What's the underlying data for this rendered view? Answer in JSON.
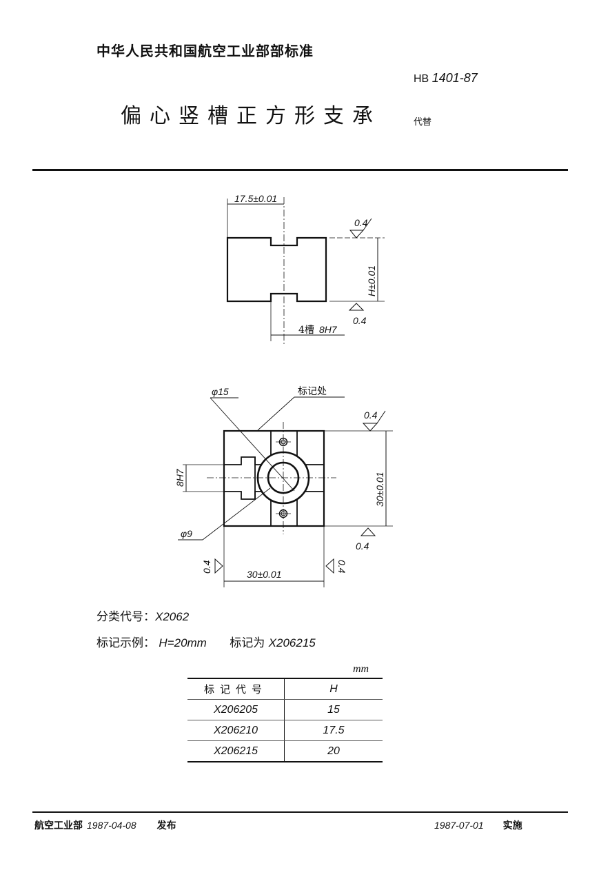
{
  "header": {
    "organization": "中华人民共和国航空工业部部标准",
    "standard_code_prefix": "HB",
    "standard_code_number": "1401-87",
    "title": "偏心竖槽正方形支承",
    "replaces_label": "代替"
  },
  "drawing_top": {
    "dim_width": "17.5±0.01",
    "dim_height": "H±0.01",
    "roughness_top": "0.4",
    "roughness_bottom": "0.4",
    "slot_note_prefix": "4槽",
    "slot_note_fit": "8H7"
  },
  "drawing_bottom": {
    "dia_outer": "φ15",
    "dia_inner": "φ9",
    "marking_location": "标记处",
    "slot_width": "8H7",
    "dim_height": "30±0.01",
    "dim_width": "30±0.01",
    "roughness_top": "0.4",
    "roughness_bottom": "0.4",
    "roughness_left": "0.4",
    "roughness_right": "0.4"
  },
  "classification": {
    "label": "分类代号：",
    "value": "X2062"
  },
  "marking_example": {
    "label": "标记示例：",
    "condition": "H=20mm",
    "marked_as_label": "标记为",
    "marked_as_value": "X206215"
  },
  "spec_table": {
    "unit": "mm",
    "headers": [
      "标记代号",
      "H"
    ],
    "rows": [
      [
        "X206205",
        "15"
      ],
      [
        "X206210",
        "17.5"
      ],
      [
        "X206215",
        "20"
      ]
    ]
  },
  "footer": {
    "issuer": "航空工业部",
    "issue_date": "1987-04-08",
    "issue_label": "发布",
    "effective_date": "1987-07-01",
    "effective_label": "实施"
  }
}
